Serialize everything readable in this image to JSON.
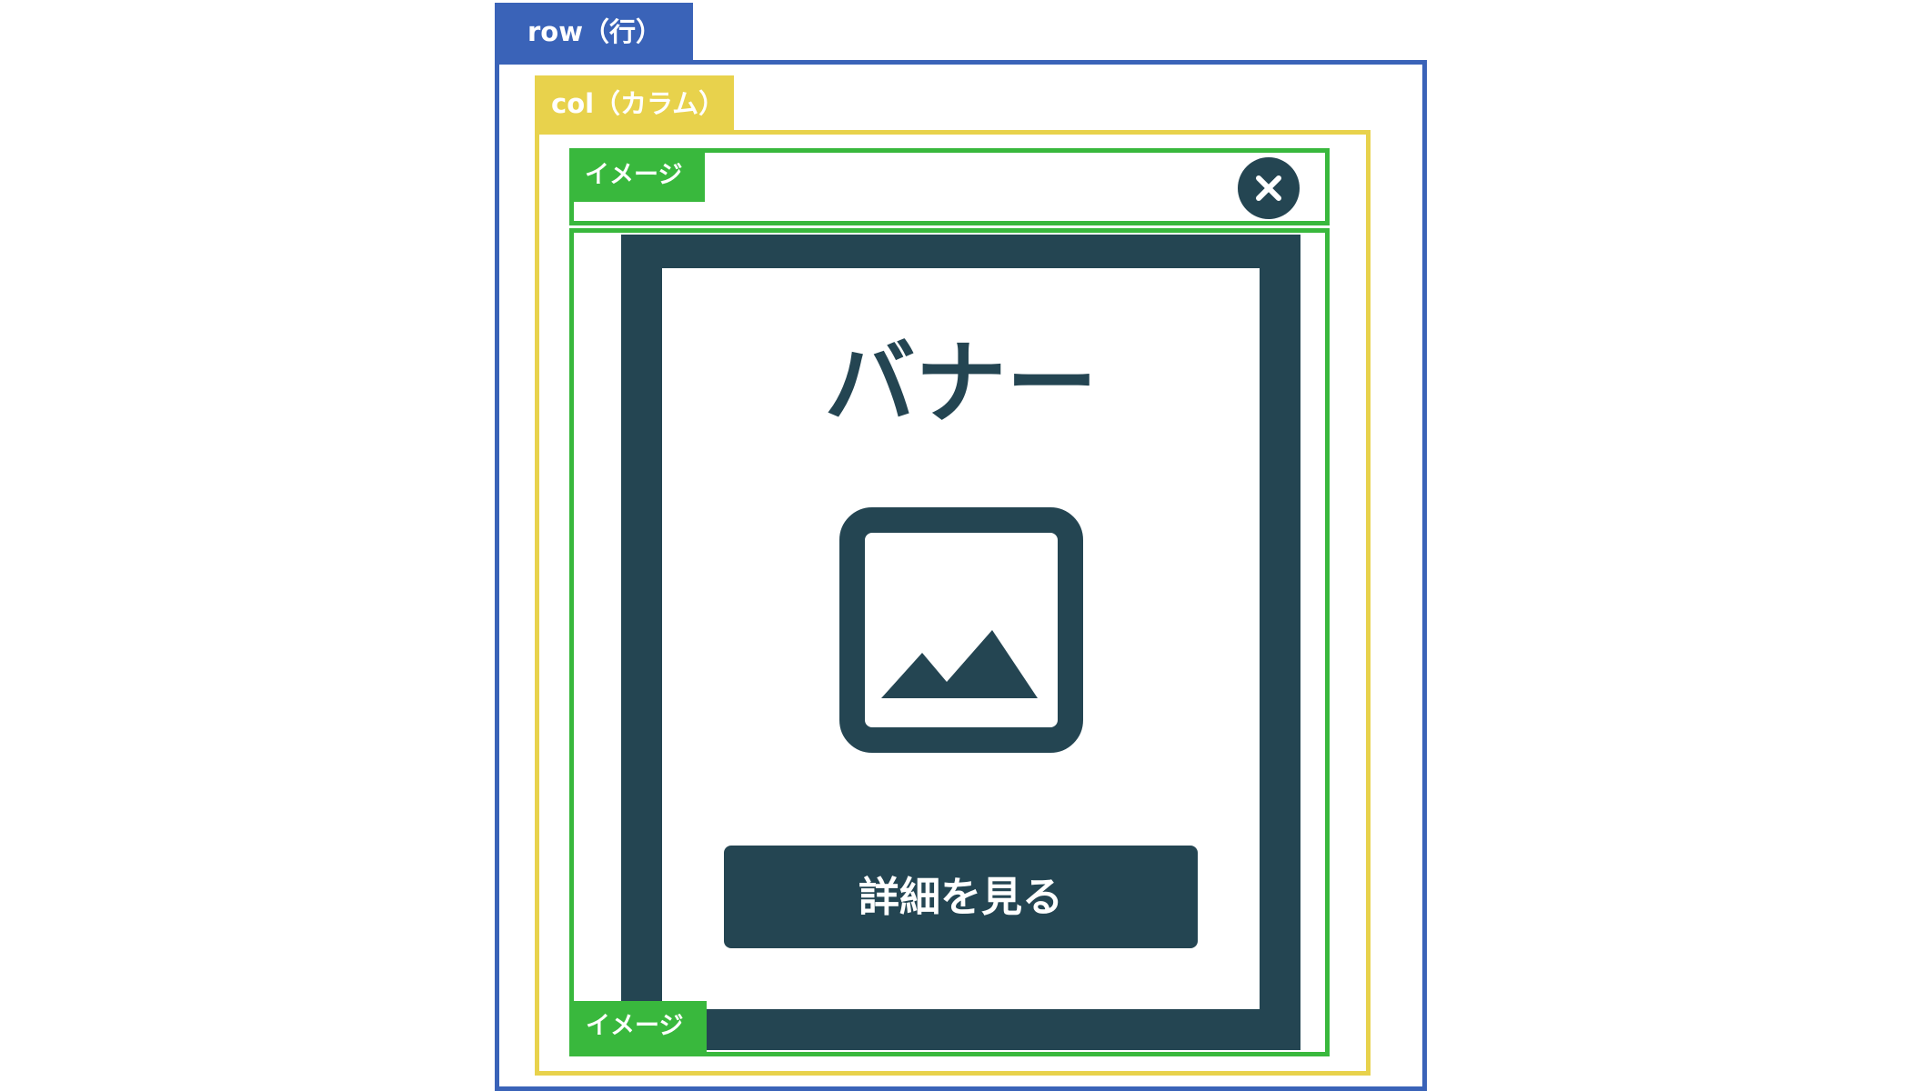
{
  "row": {
    "label": "row（行）"
  },
  "col": {
    "label": "col（カラム）"
  },
  "image_top": {
    "label": "イメージ"
  },
  "image_banner": {
    "label": "イメージ"
  },
  "banner": {
    "title": "バナー",
    "button_label": "詳細を見る",
    "placeholder_icon": "image-placeholder-icon"
  },
  "close_icon": "close-icon",
  "colors": {
    "row": "#3a63b8",
    "col": "#e8d24c",
    "image": "#39b83d",
    "navy": "#244552"
  }
}
